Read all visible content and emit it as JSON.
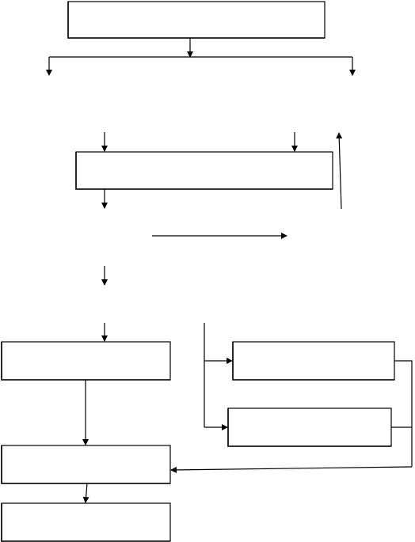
{
  "diagram": {
    "line_color": "#000000",
    "box_fill": "#ffffff",
    "boxes": [
      {
        "name": "top-box",
        "text": ""
      },
      {
        "name": "middle-box",
        "text": ""
      },
      {
        "name": "lower-left-box",
        "text": ""
      },
      {
        "name": "right-upper-box",
        "text": ""
      },
      {
        "name": "right-lower-box",
        "text": ""
      },
      {
        "name": "bottom-left-box-1",
        "text": ""
      },
      {
        "name": "bottom-left-box-2",
        "text": ""
      }
    ]
  }
}
